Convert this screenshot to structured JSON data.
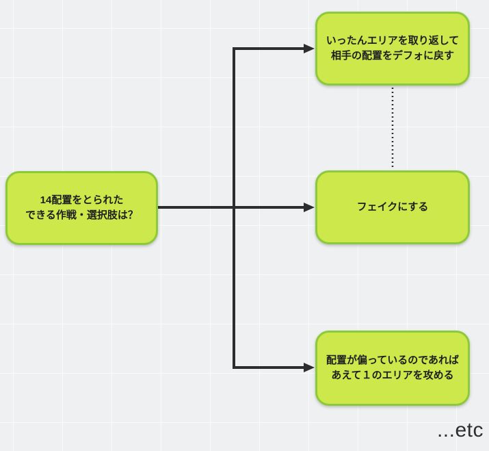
{
  "colors": {
    "canvas_bg": "#eff0f1",
    "grid_line": "#f9fafa",
    "node_fill": "#cce84b",
    "node_border": "#8cc93b",
    "node_text": "#1e1e1e",
    "connector": "#2d2d2d",
    "etc_text": "#2e2e2e"
  },
  "nodes": {
    "root": {
      "label": "14配置をとられた\nできる作戦・選択肢は？"
    },
    "top": {
      "label": "いったんエリアを取り返して\n相手の配置をデフォに戻す"
    },
    "middle": {
      "label": "フェイクにする"
    },
    "bottom": {
      "label": "配置が偏っているのであれば\nあえて１のエリアを攻める"
    }
  },
  "edges": [
    {
      "from": "root",
      "to": "top",
      "style": "solid-arrow"
    },
    {
      "from": "root",
      "to": "middle",
      "style": "solid-arrow"
    },
    {
      "from": "root",
      "to": "bottom",
      "style": "solid-arrow"
    },
    {
      "from": "top",
      "to": "middle",
      "style": "dotted"
    }
  ],
  "annotations": {
    "etc_label": "...etc"
  }
}
